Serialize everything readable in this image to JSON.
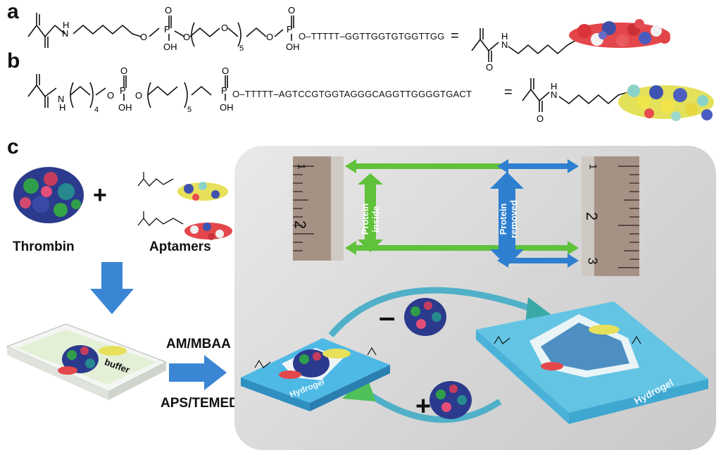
{
  "panels": {
    "a": "a",
    "b": "b",
    "c": "c"
  },
  "panel_a": {
    "atoms": {
      "n": "N",
      "h": "H",
      "p1": "P",
      "p2": "P",
      "o": "O",
      "oh": "OH",
      "o_sub": "O",
      "sub5": "5"
    },
    "sequence": "O–TTTTT–GGTTGGTGTGGTTGG",
    "equals": "="
  },
  "panel_b": {
    "atoms": {
      "n": "N",
      "h": "H",
      "sub4": "4",
      "sub5": "5",
      "o": "O",
      "oh": "OH",
      "p1": "P",
      "p2": "P"
    },
    "sequence": "O–TTTTT–AGTCCGTGGTAGGGCAGGTTGGGGTGACT",
    "equals": "="
  },
  "panel_c": {
    "thrombin_label": "Thrombin",
    "aptamers_label": "Aptamers",
    "plus": "+",
    "buffer_label": "buffer",
    "reagents_top": "AM/MBAA",
    "reagents_bottom": "APS/TEMED",
    "hydrogel_label": "Hydrogel",
    "hydrogel_label_right": "Hydrogel",
    "protein_inside": [
      "Protein",
      "inside"
    ],
    "protein_removed": [
      "Protein",
      "removed"
    ],
    "ruler_left": [
      "1",
      "2"
    ],
    "ruler_right": [
      "1",
      "2",
      "3"
    ],
    "minus_sign": "–",
    "plus_sign": "+"
  },
  "colors": {
    "green_arrow": "#5fc23a",
    "blue_arrow": "#2e7fd0",
    "hydrogel": "#4fb9e6",
    "process_arrow": "#3a86d4",
    "ruler": "#a69185"
  }
}
